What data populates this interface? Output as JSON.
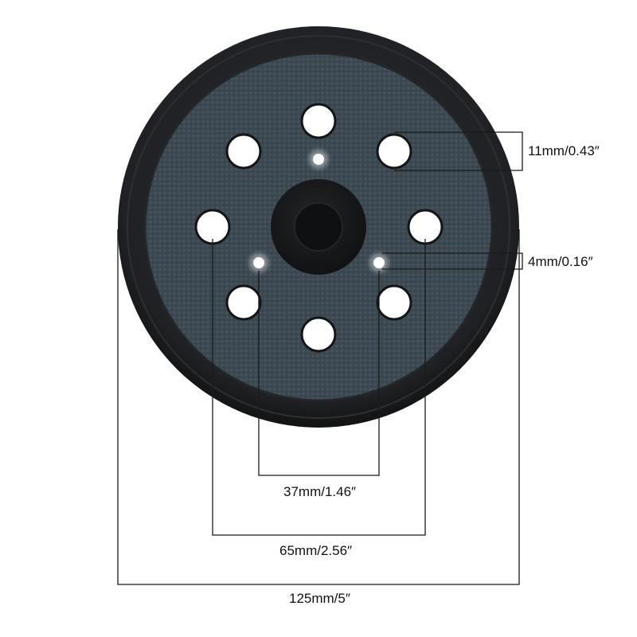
{
  "product": {
    "name": "sanding-pad",
    "hook_count": 8,
    "vacuum_hole_count": 3
  },
  "colors": {
    "rim": "#1b1d1f",
    "face": "#3e4a52",
    "face_texture": "#4a5760",
    "hub": "#17191b",
    "hole": "#ffffff",
    "line": "#1a1a1a"
  },
  "dimensions": {
    "large_hole": "11mm/0.43″",
    "small_hole": "4mm/0.16″",
    "small_spacing": "37mm/1.46″",
    "large_spacing": "65mm/2.56″",
    "overall": "125mm/5″"
  }
}
